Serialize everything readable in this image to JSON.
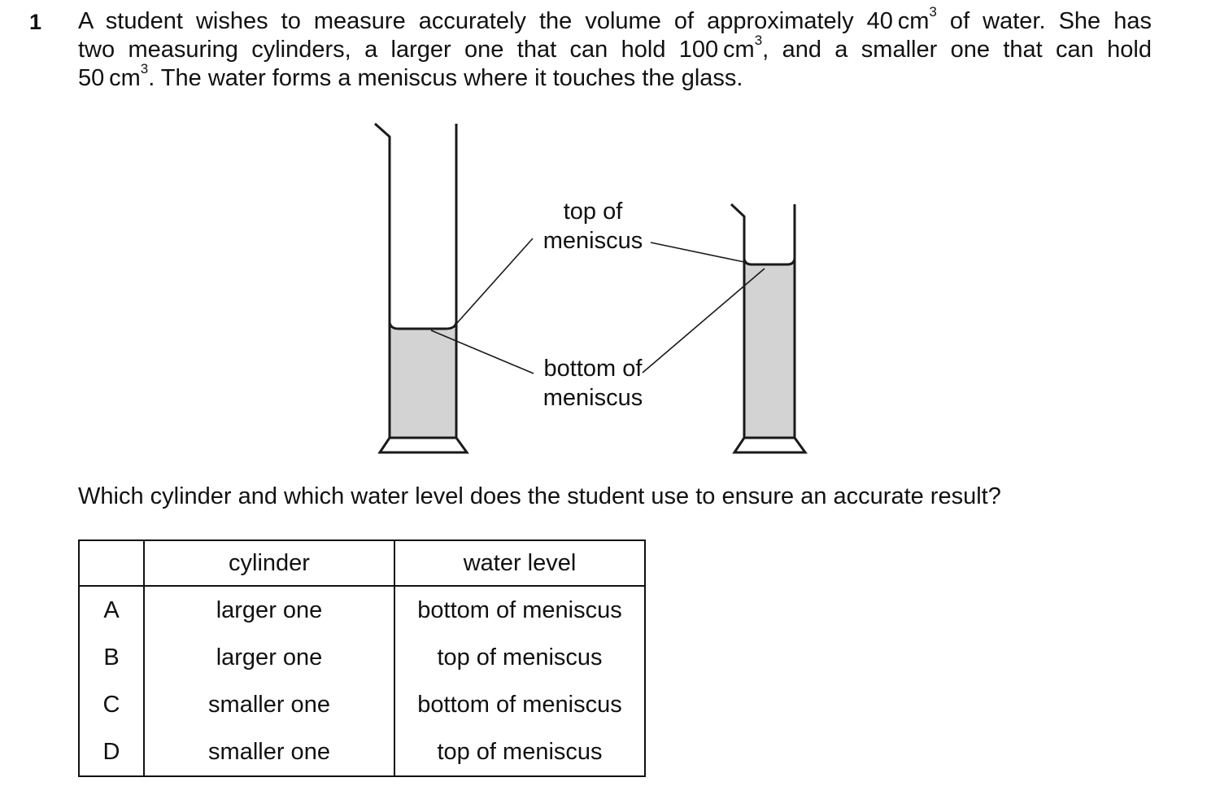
{
  "question": {
    "number": "1",
    "stem_lines": [
      [
        "A student wishes to measure accurately the volume of approximately 40",
        "cm",
        "3",
        " of water. She has"
      ],
      [
        "two measuring cylinders, a larger one that can hold 100",
        "cm",
        "3",
        ", and a smaller one that can hold"
      ],
      [
        "50",
        "cm",
        "3",
        ". The water forms a meniscus where it touches the glass."
      ]
    ],
    "prompt": "Which cylinder and which water level does the student use to ensure an accurate result?"
  },
  "figure": {
    "label_top": [
      "top of",
      "meniscus"
    ],
    "label_bottom": [
      "bottom of",
      "meniscus"
    ],
    "water_color": "#d3d3d3",
    "line_color": "#1a1a1a"
  },
  "table": {
    "headers": [
      "",
      "cylinder",
      "water level"
    ],
    "rows": [
      {
        "key": "A",
        "cylinder": "larger one",
        "water_level": "bottom of meniscus"
      },
      {
        "key": "B",
        "cylinder": "larger one",
        "water_level": "top of meniscus"
      },
      {
        "key": "C",
        "cylinder": "smaller one",
        "water_level": "bottom of meniscus"
      },
      {
        "key": "D",
        "cylinder": "smaller one",
        "water_level": "top of meniscus"
      }
    ]
  }
}
